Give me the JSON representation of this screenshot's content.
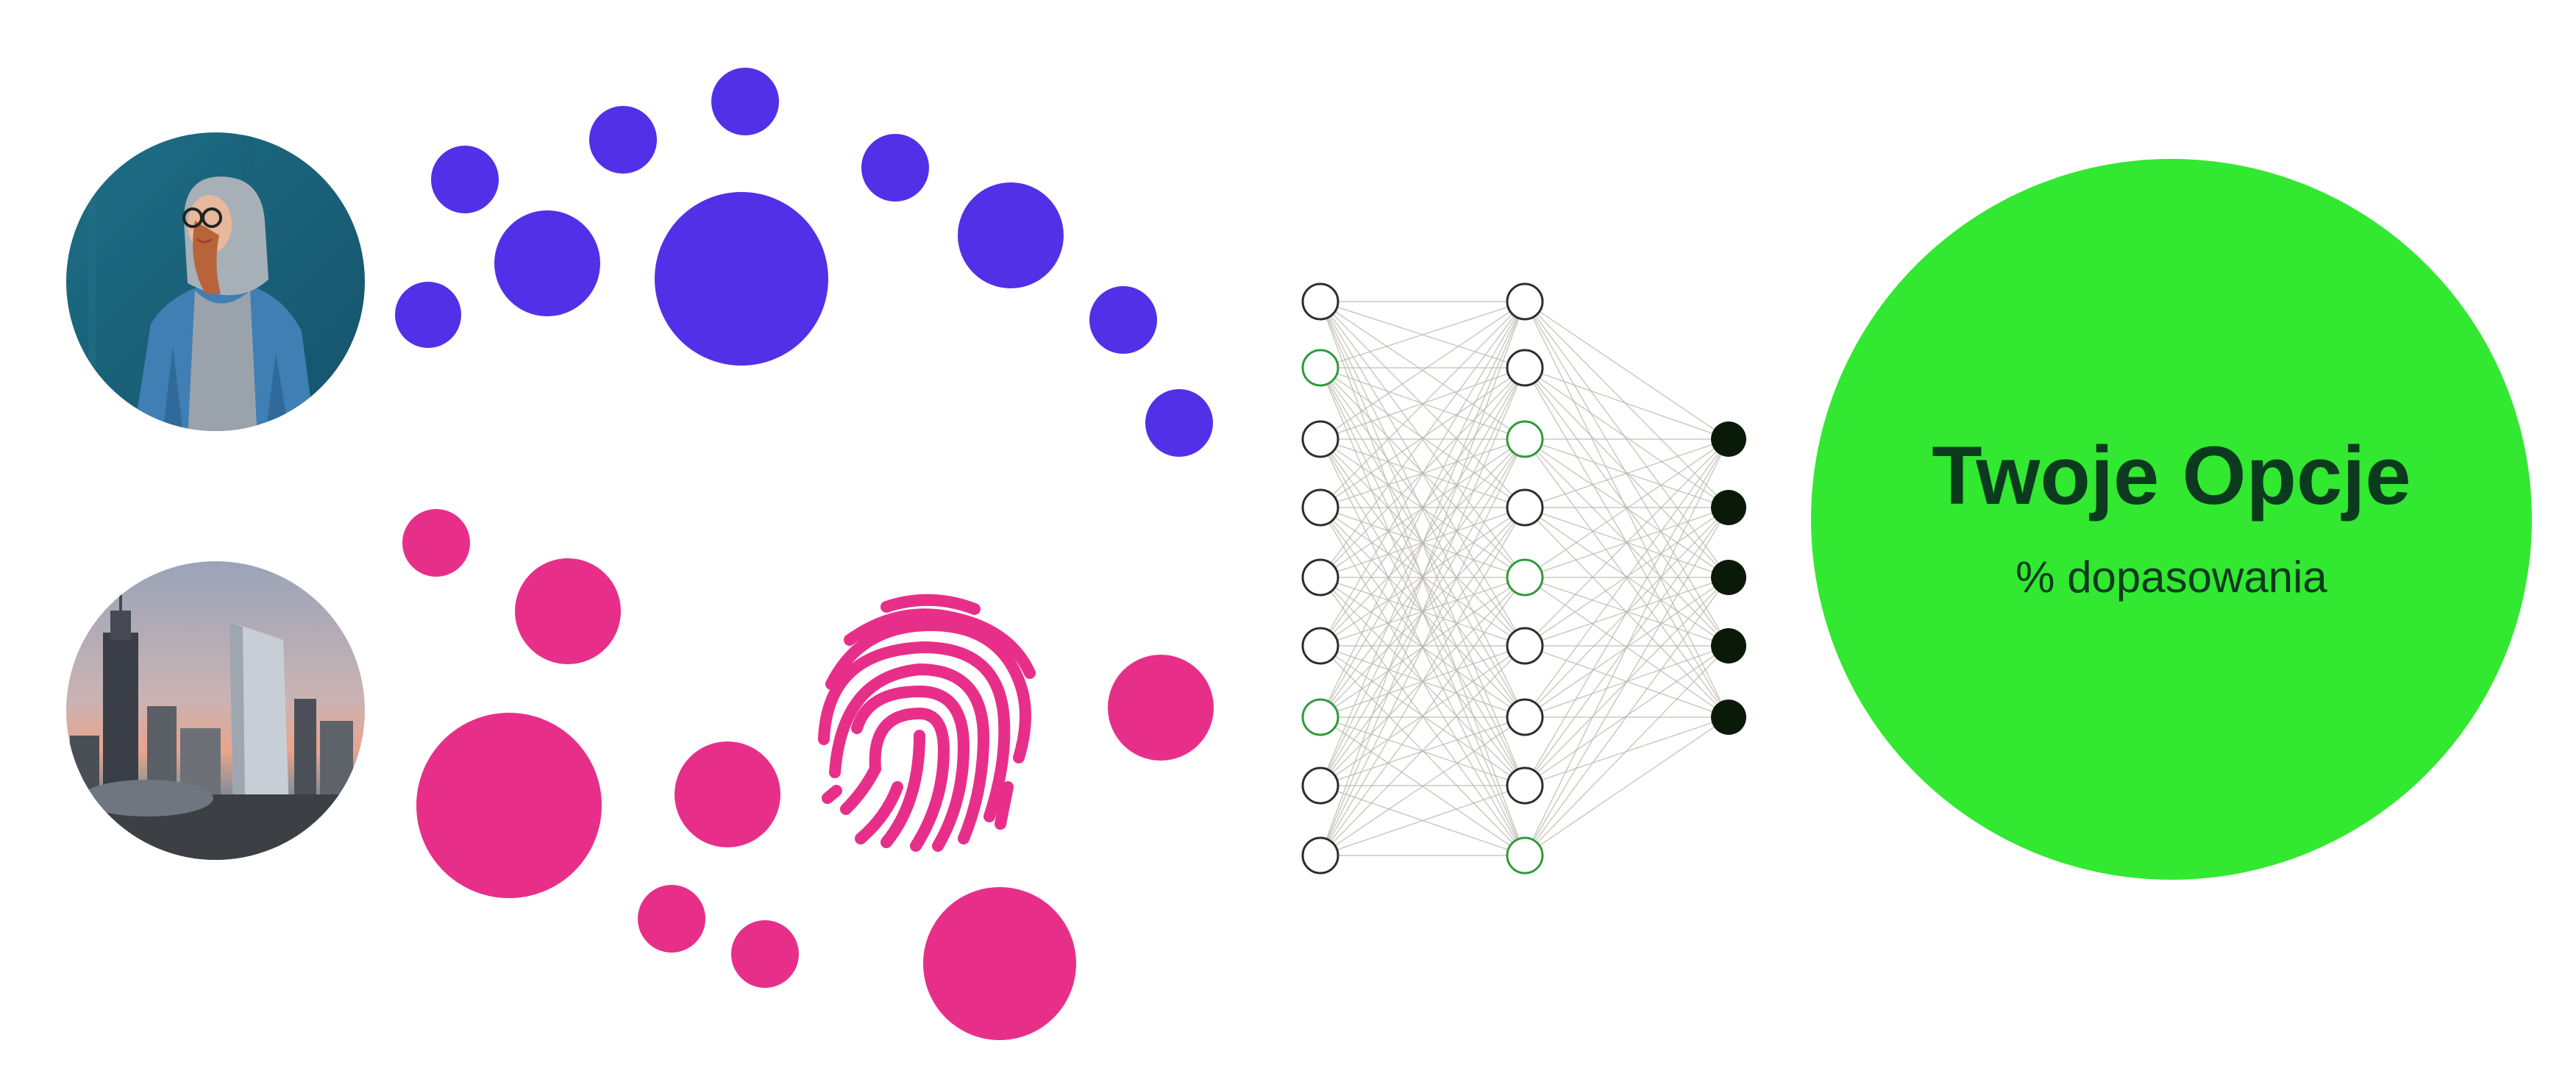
{
  "result": {
    "title": "Twoje Opcje",
    "subtitle": "% dopasowania"
  },
  "images": {
    "person": "photo-person-in-hoodie",
    "city": "photo-city-skyline"
  },
  "icons": {
    "fingerprint": "fingerprint-icon"
  },
  "colors": {
    "background": "#ffffff",
    "blue_dots": "#5130e8",
    "pink_dots": "#e72f8a",
    "result_circle": "#32e831",
    "result_text": "#0b3a1f",
    "network_line": "#bdb7ad",
    "node_stroke": "#2d2d2d",
    "node_stroke_green": "#2f9a3a",
    "output_node": "#0a1a08"
  },
  "network": {
    "layer_sizes": [
      9,
      9,
      5
    ],
    "layer_1_green": [
      1,
      6
    ],
    "layer_2_green": [
      2,
      4,
      8
    ]
  }
}
